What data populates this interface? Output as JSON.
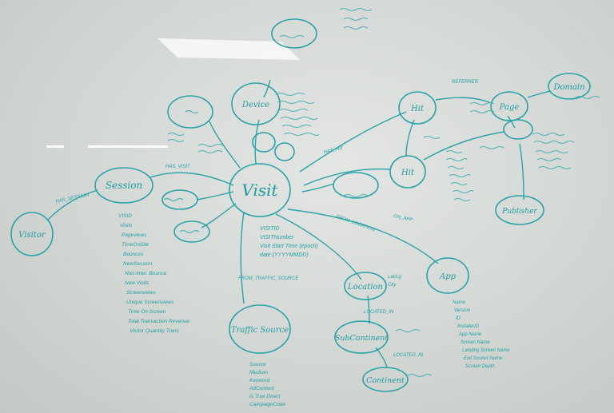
{
  "whiteboard": {
    "ink_color": "#1f9aa0",
    "board_color": "#d6dad7",
    "nodes": {
      "visit": "Visit",
      "session": "Session",
      "visitor": "Visitor",
      "device": "Device",
      "hit_top": "Hit",
      "hit_mid": "Hit",
      "page": "Page",
      "domain": "Domain",
      "app": "App",
      "location": "Location",
      "subcontinent": "SubContinent",
      "continent": "Continent",
      "traffic_source": "Traffic Source",
      "publisher": "Publisher"
    },
    "session_attributes": [
      "VISID",
      "Visits",
      "Pageviews",
      "TimeOnSite",
      "Bounces",
      "NewSession",
      "Non-Inter. Bounce",
      "New Visits",
      "Screenviews",
      "Unique Screenviews",
      "Time On Screen",
      "Total Transaction Revenue",
      "Visitor Quantity Trans"
    ],
    "visit_attributes": [
      "VISITID",
      "VISITNumber",
      "Visit Start Time (epoch)",
      "date (YYYYMMDD)"
    ],
    "traffic_source_attributes": [
      "Source",
      "Medium",
      "Keyword",
      "AdContent",
      "Is True Direct",
      "CampaignCode"
    ],
    "app_attributes": [
      "Name",
      "Version",
      "ID",
      "InstallerID",
      "App Name",
      "Screen Name",
      "Landing Screen Name",
      "Exit Screen Name",
      "Screen Depth"
    ],
    "location_attributes": [
      "Lat/Lg",
      "City"
    ],
    "edge_labels": {
      "visitor_session": "HAS_SESSION",
      "session_visit": "HAS_VISIT",
      "visit_hit": "HAS_HIT",
      "visit_app": "ON_APP",
      "visit_location": "FROM_LOCATION",
      "visit_traffic": "FROM_TRAFFIC_SOURCE",
      "location_subcontinent": "LOCATED_IN",
      "subcontinent_continent": "LOCATED_IN",
      "hit_page": "REFERRER"
    }
  }
}
